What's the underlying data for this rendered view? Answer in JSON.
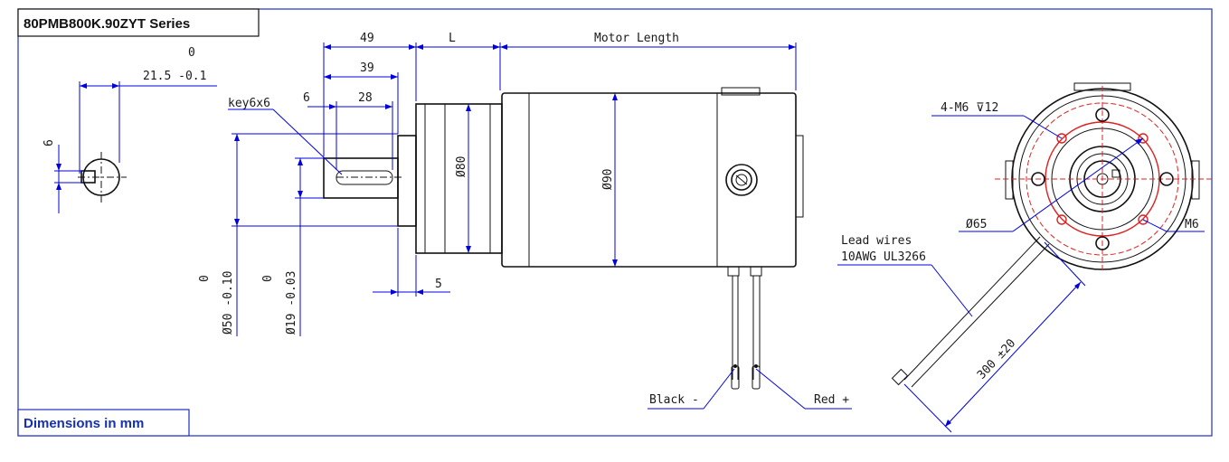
{
  "title": "80PMB800K.90ZYT Series",
  "footer": "Dimensions in mm",
  "colors": {
    "frame": "#2030c0",
    "dimension": "#0000dd",
    "outline": "#111111",
    "hole_circle": "#dd2222"
  },
  "key_view": {
    "dim_top": "0",
    "dim_value": "21.5 -0.1",
    "dim_side": "6"
  },
  "side_view": {
    "dim_49": "49",
    "dim_L": "L",
    "dim_motor_length": "Motor Length",
    "dim_39": "39",
    "dim_6": "6",
    "dim_28": "28",
    "key": "key6x6",
    "dia_80": "Ø80",
    "dia_90": "Ø90",
    "dim_5": "5",
    "tol_50_top": "0",
    "dia_50": "Ø50 -0.10",
    "tol_19_top": "0",
    "dia_19": "Ø19 -0.03",
    "black": "Black -",
    "red": "Red +"
  },
  "front_view": {
    "holes": "4-M6 ⊽12",
    "dia_65": "Ø65",
    "m6": "M6",
    "lead_wires_1": "Lead wires",
    "lead_wires_2": "10AWG UL3266",
    "lead_length": "300 ±20"
  }
}
